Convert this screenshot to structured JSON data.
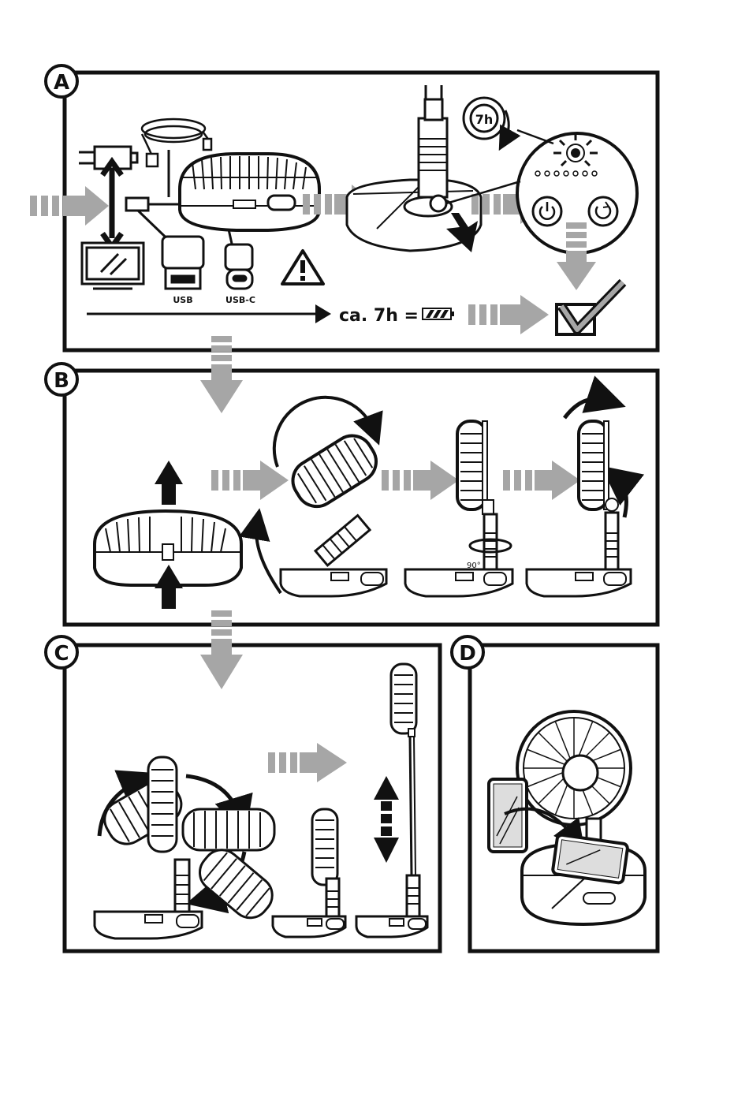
{
  "panels": {
    "a": {
      "letter": "A"
    },
    "b": {
      "letter": "B"
    },
    "c": {
      "letter": "C"
    },
    "d": {
      "letter": "D"
    }
  },
  "charging": {
    "port_usb": "USB",
    "port_usbc": "USB-C",
    "timer": "7h",
    "duration": "ca. 7h ="
  },
  "fold": {
    "rotation": "90°"
  },
  "colors": {
    "ink": "#111111",
    "arrow_gray": "#a6a6a6",
    "paper": "#ffffff"
  }
}
